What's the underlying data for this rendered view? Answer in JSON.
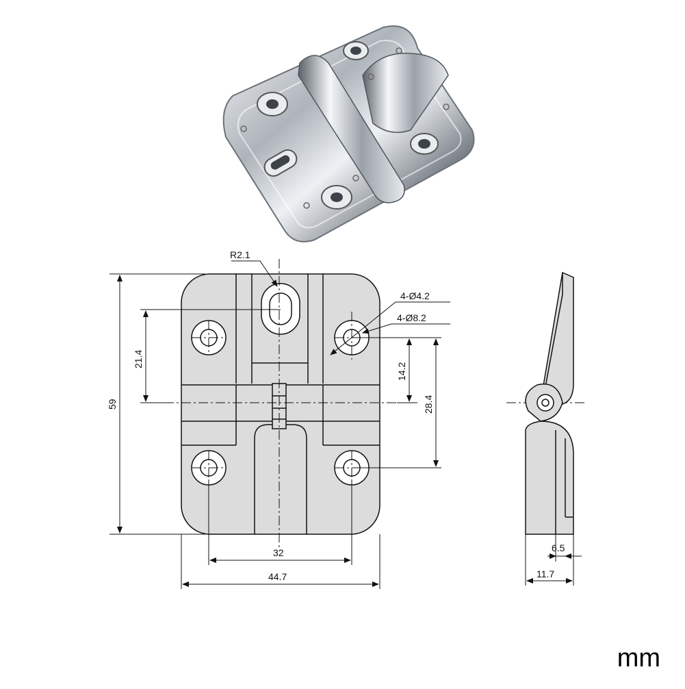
{
  "dimensions": {
    "radius": "R2.1",
    "small_hole": "4-Ø4.2",
    "large_hole": "4-Ø8.2",
    "hole_spacing_half": "21.4",
    "hole_offset": "14.2",
    "hole_spacing_vertical": "28.4",
    "height": "59",
    "hole_spacing_horizontal": "32",
    "width": "44.7",
    "side_inner": "6.5",
    "side_total": "11.7"
  },
  "unit": "mm",
  "colors": {
    "plate_fill": "#dcdcdc",
    "line": "#111111",
    "metal_dark": "#5a5f66",
    "metal_light": "#f4f6f8"
  }
}
